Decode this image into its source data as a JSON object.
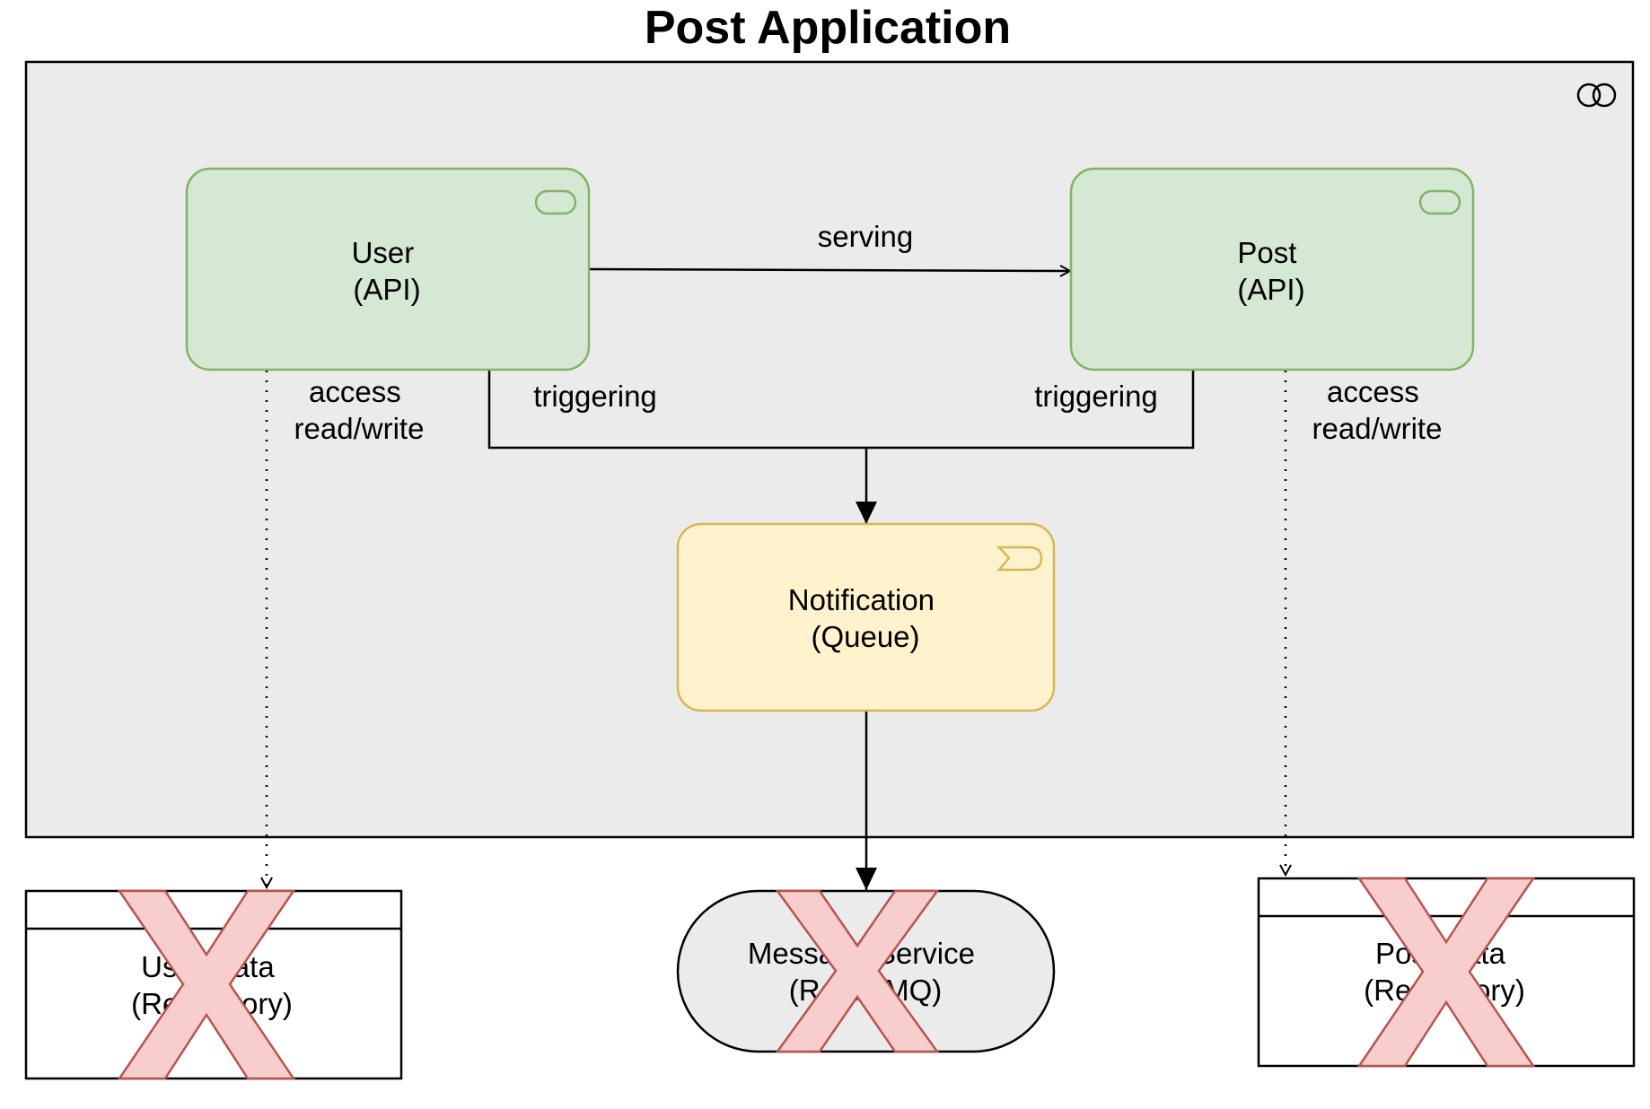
{
  "title": "Post Application",
  "nodes": {
    "user_api": {
      "line1": "User",
      "line2": "(API)",
      "fill": "#d5e8d4",
      "stroke": "#82b366"
    },
    "post_api": {
      "line1": "Post",
      "line2": "(API)",
      "fill": "#d5e8d4",
      "stroke": "#82b366"
    },
    "notification_queue": {
      "line1": "Notification",
      "line2": "(Queue)",
      "fill": "#fff2cc",
      "stroke": "#d6b656"
    },
    "user_data": {
      "line1": "User Data",
      "line2": "(Repository)"
    },
    "message_service": {
      "line1": "Message Service",
      "line2": "(RabbitMQ)",
      "fill": "#ebebeb"
    },
    "post_data": {
      "line1": "Post Data",
      "line2": "(Repository)"
    }
  },
  "edges": {
    "serving": "serving",
    "triggering_user": "triggering",
    "triggering_post": "triggering",
    "access_user_1": "access",
    "access_user_2": "read/write",
    "access_post_1": "access",
    "access_post_2": "read/write"
  },
  "colors": {
    "container_fill": "#ebebeb",
    "cross_fill": "#f8cecc",
    "cross_stroke": "#b85450"
  },
  "icons": {
    "container": "collaboration-icon",
    "user_api": "service-icon",
    "post_api": "service-icon",
    "notification_queue": "event-icon"
  }
}
